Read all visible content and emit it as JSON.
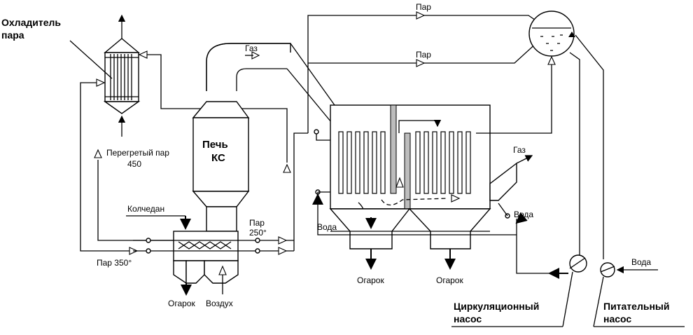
{
  "labels": {
    "steam_cooler": [
      "Охладитель",
      "пара"
    ],
    "furnace": [
      "Печь",
      "КС"
    ],
    "superheated_steam": [
      "Перегретый пар",
      "450"
    ],
    "pyrite": "Колчедан",
    "steam_250": [
      "Пар",
      "250°"
    ],
    "steam_350": "Пар 350°",
    "cinder": "Огарок",
    "air": "Воздух",
    "gas_top": "Газ",
    "steam_top": "Пар",
    "steam_mid": "Пар",
    "gas_right": "Газ",
    "water_left": "Вода",
    "water_right": "Вода",
    "water_feed": "Вода",
    "circulation_pump": [
      "Циркуляционный",
      "насос"
    ],
    "feed_pump": [
      "Питательный",
      "насос"
    ]
  }
}
